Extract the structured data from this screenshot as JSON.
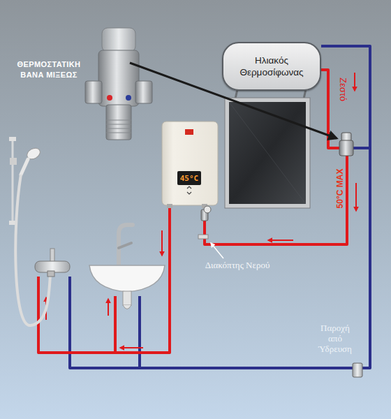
{
  "diagram": {
    "nodes": [
      {
        "text": [
          "Ηλιακός Θερμοσίφωνας"
        ]
      }
    ],
    "labels": [
      "ΘΕΡΜΟΣΤΑΤΙΚΗ ΒΑΝΑ ΜΙΞΕΩΣ",
      "Ζεστό",
      "50°C MAX",
      "45°C",
      "Διακόπτης Νερού",
      "Παροχή από Ύδρευση"
    ]
  }
}
